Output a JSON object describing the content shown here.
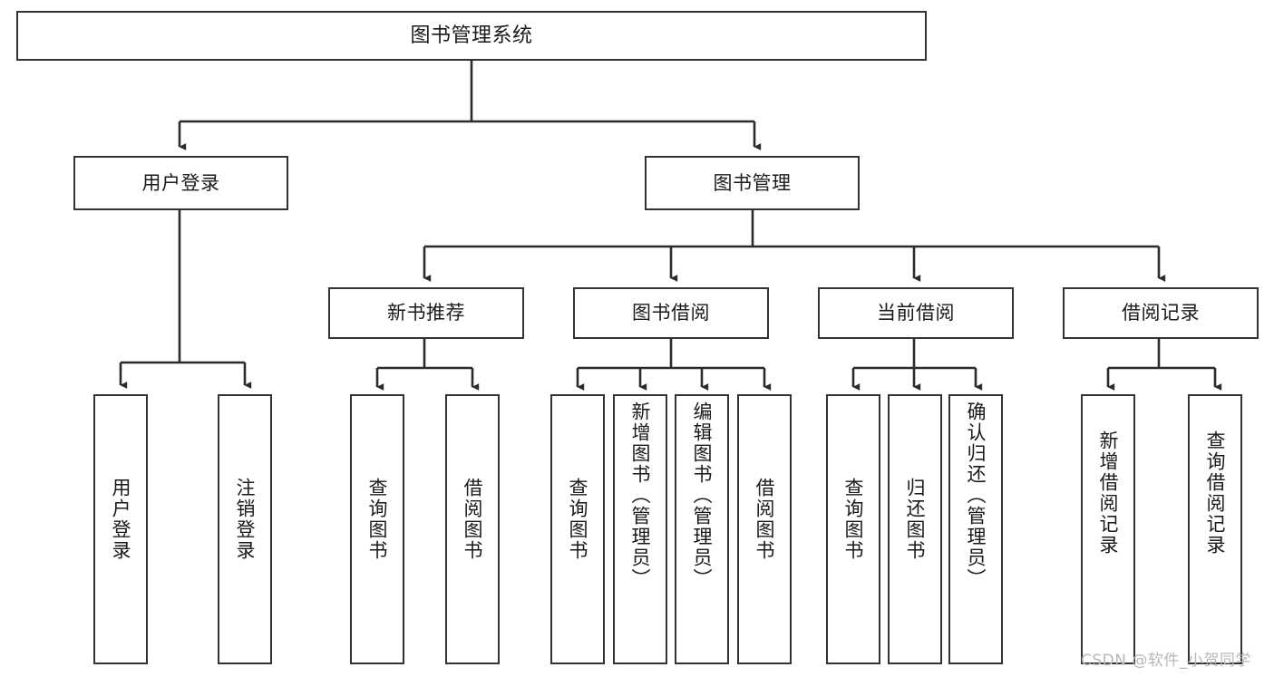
{
  "diagram": {
    "title": "图书管理系统",
    "type": "hierarchy-tree",
    "levels": 4,
    "root": {
      "id": "root",
      "label": "图书管理系统",
      "orientation": "horizontal"
    },
    "level2": [
      {
        "id": "user-login",
        "label": "用户登录",
        "orientation": "horizontal"
      },
      {
        "id": "book-management",
        "label": "图书管理",
        "orientation": "horizontal"
      }
    ],
    "level3": [
      {
        "id": "new-book-recommend",
        "label": "新书推荐",
        "orientation": "horizontal",
        "parent": "book-management"
      },
      {
        "id": "book-borrow",
        "label": "图书借阅",
        "orientation": "horizontal",
        "parent": "book-management"
      },
      {
        "id": "current-borrow",
        "label": "当前借阅",
        "orientation": "horizontal",
        "parent": "book-management"
      },
      {
        "id": "borrow-record",
        "label": "借阅记录",
        "orientation": "horizontal",
        "parent": "book-management"
      }
    ],
    "leaves": [
      {
        "id": "leaf-user-login",
        "label": "用户登录",
        "parent": "user-login",
        "orientation": "vertical"
      },
      {
        "id": "leaf-user-logout",
        "label": "注销登录",
        "parent": "user-login",
        "orientation": "vertical"
      },
      {
        "id": "leaf-query-book-1",
        "label": "查询图书",
        "parent": "new-book-recommend",
        "orientation": "vertical"
      },
      {
        "id": "leaf-borrow-book-1",
        "label": "借阅图书",
        "parent": "new-book-recommend",
        "orientation": "vertical"
      },
      {
        "id": "leaf-query-book-2",
        "label": "查询图书",
        "parent": "book-borrow",
        "orientation": "vertical"
      },
      {
        "id": "leaf-add-book",
        "label": "新增图书（管理员）",
        "parent": "book-borrow",
        "orientation": "vertical"
      },
      {
        "id": "leaf-edit-book",
        "label": "编辑图书（管理员）",
        "parent": "book-borrow",
        "orientation": "vertical"
      },
      {
        "id": "leaf-borrow-book-2",
        "label": "借阅图书",
        "parent": "book-borrow",
        "orientation": "vertical"
      },
      {
        "id": "leaf-query-book-3",
        "label": "查询图书",
        "parent": "current-borrow",
        "orientation": "vertical"
      },
      {
        "id": "leaf-return-book",
        "label": "归还图书",
        "parent": "current-borrow",
        "orientation": "vertical"
      },
      {
        "id": "leaf-confirm-return",
        "label": "确认归还（管理员）",
        "parent": "current-borrow",
        "orientation": "vertical"
      },
      {
        "id": "leaf-add-record",
        "label": "新增借阅记录",
        "parent": "borrow-record",
        "orientation": "vertical"
      },
      {
        "id": "leaf-query-record",
        "label": "查询借阅记录",
        "parent": "borrow-record",
        "orientation": "vertical"
      }
    ]
  },
  "watermark": {
    "text": "CSDN @软件_小贺同学",
    "color": "#b8b8b8"
  },
  "style": {
    "box_border_color": "#333333",
    "box_fill": "#ffffff",
    "connector_color": "#2b2b2b",
    "text_color": "#1a1a1a",
    "background": "#ffffff"
  }
}
